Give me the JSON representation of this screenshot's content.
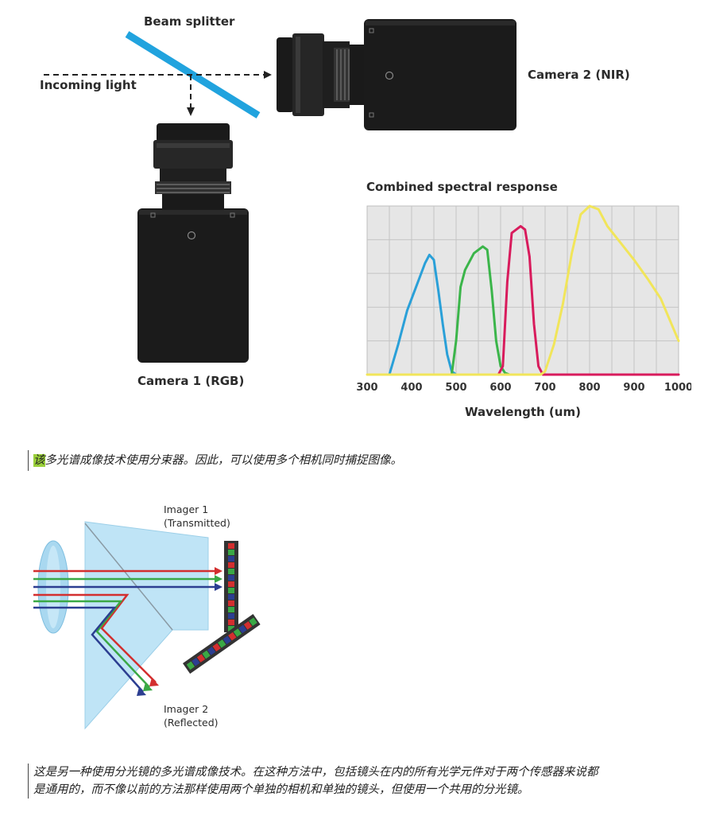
{
  "figure1": {
    "beam_splitter_label": "Beam splitter",
    "incoming_light_label": "Incoming light",
    "camera2_label": "Camera 2 (NIR)",
    "camera1_label": "Camera 1 (RGB)",
    "chart_title": "Combined spectral response"
  },
  "chart_data": {
    "type": "line",
    "title": "Combined spectral response",
    "xlabel": "Wavelength (um)",
    "ylabel": "",
    "xlim": [
      300,
      1000
    ],
    "ylim": [
      0,
      1
    ],
    "x_ticks": [
      "300",
      "400",
      "500",
      "600",
      "700",
      "800",
      "900",
      "1000"
    ],
    "grid": true,
    "series": [
      {
        "color": "#2aa0d8",
        "x": [
          350,
          370,
          390,
          410,
          430,
          440,
          450,
          460,
          470,
          480,
          490,
          500
        ],
        "y": [
          0.0,
          0.18,
          0.38,
          0.52,
          0.66,
          0.71,
          0.68,
          0.5,
          0.3,
          0.12,
          0.02,
          0.0
        ]
      },
      {
        "color": "#3bb54a",
        "x": [
          490,
          500,
          510,
          520,
          540,
          560,
          570,
          580,
          590,
          600,
          610,
          620
        ],
        "y": [
          0.0,
          0.2,
          0.52,
          0.62,
          0.72,
          0.76,
          0.74,
          0.5,
          0.2,
          0.05,
          0.01,
          0.0
        ]
      },
      {
        "color": "#d81b5c",
        "x": [
          595,
          605,
          615,
          625,
          635,
          645,
          655,
          665,
          675,
          685,
          695,
          1000
        ],
        "y": [
          0.0,
          0.05,
          0.55,
          0.84,
          0.86,
          0.88,
          0.86,
          0.7,
          0.3,
          0.05,
          0.0,
          0.0
        ]
      },
      {
        "color": "#f1e55a",
        "x": [
          300,
          690,
          700,
          720,
          740,
          760,
          780,
          800,
          820,
          840,
          870,
          900,
          930,
          960,
          1000
        ],
        "y": [
          0.0,
          0.0,
          0.02,
          0.18,
          0.42,
          0.72,
          0.95,
          1.0,
          0.98,
          0.88,
          0.78,
          0.68,
          0.57,
          0.45,
          0.2
        ]
      }
    ]
  },
  "caption1": {
    "highlight": "该",
    "text": "多光谱成像技术使用分束器。因此，可以使用多个相机同时捕捉图像。"
  },
  "figure2": {
    "imager1_line1": "Imager 1",
    "imager1_line2": "(Transmitted)",
    "imager2_line1": "Imager 2",
    "imager2_line2": "(Reflected)"
  },
  "caption2": {
    "line1": "这是另一种使用分光镜的多光谱成像技术。在这种方法中，包括镜头在内的所有光学元件对于两个传感器来说都",
    "line2": "是通用的，而不像以前的方法那样使用两个单独的相机和单独的镜头，但使用一个共用的分光镜。"
  }
}
